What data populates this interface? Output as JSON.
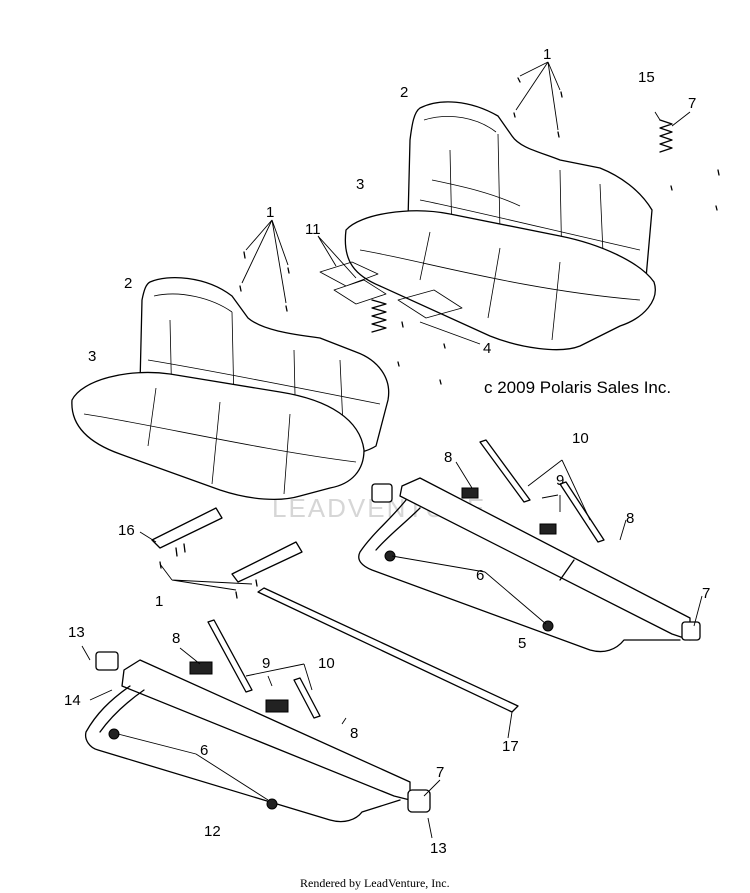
{
  "diagram": {
    "copyright": "c 2009 Polaris Sales Inc.",
    "footer": "Rendered by LeadVenture, Inc.",
    "watermark": "LEADVENTURE",
    "callouts": {
      "c1_top": "1",
      "c2_top": "2",
      "c3_top": "3",
      "c15": "15",
      "c7_top": "7",
      "c1_mid": "1",
      "c11": "11",
      "c2_mid": "2",
      "c3_mid": "3",
      "c4": "4",
      "c10_right": "10",
      "c8_right_a": "8",
      "c9_right": "9",
      "c8_right_b": "8",
      "c16": "16",
      "c6_right": "6",
      "c1_low": "1",
      "c7_right": "7",
      "c5": "5",
      "c13_left": "13",
      "c8_left_a": "8",
      "c9_left": "9",
      "c10_left": "10",
      "c14": "14",
      "c6_left": "6",
      "c8_left_b": "8",
      "c17": "17",
      "c7_bottom": "7",
      "c12": "12",
      "c13_bottom": "13"
    }
  }
}
